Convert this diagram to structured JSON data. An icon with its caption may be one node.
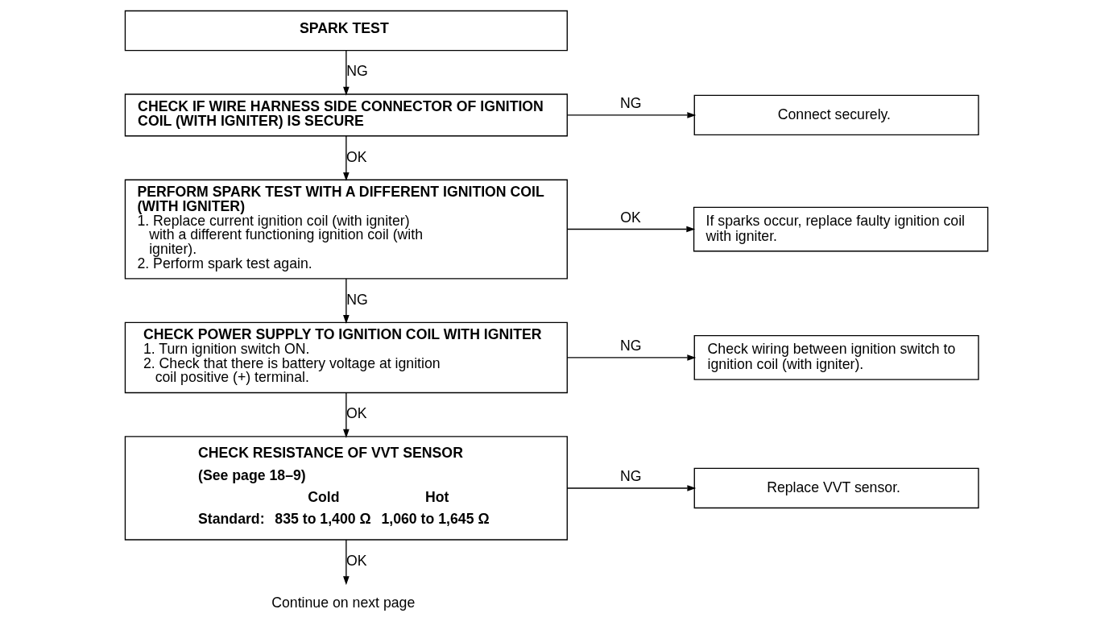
{
  "diagram": {
    "nodes": [
      {
        "text": [
          "SPARK TEST"
        ]
      },
      {
        "text": [
          "CHECK IF WIRE HARNESS SIDE CONNECTOR OF IGNITION COIL (WITH IGNITER) IS SECURE"
        ]
      },
      {
        "text": [
          "Connect securely."
        ]
      },
      {
        "text": [
          "PERFORM SPARK TEST WITH A DIFFERENT IGNITION COIL (WITH IGNITER)",
          "1. Replace current ignition coil (with igniter) with a different functioning ignition coil (with igniter).",
          "2. Perform spark test again."
        ]
      },
      {
        "text": [
          "If sparks occur, replace faulty ignition coil with igniter."
        ]
      },
      {
        "text": [
          "CHECK POWER SUPPLY TO IGNITION COIL WITH IGNITER",
          "1. Turn ignition switch ON.",
          "2. Check that there is battery voltage at ignition coil positive (+) terminal."
        ]
      },
      {
        "text": [
          "Check wiring between ignition switch to ignition coil (with igniter)."
        ]
      },
      {
        "text": [
          "CHECK RESISTANCE OF VVT SENSOR",
          "(See page 18–9)",
          "Cold",
          "Hot",
          "Standard:",
          "835 to 1,400 Ω",
          "1,060 to 1,645 Ω"
        ]
      },
      {
        "text": [
          "Replace VVT sensor."
        ]
      },
      {
        "text": [
          "Continue on next page"
        ]
      }
    ],
    "edges": [
      {
        "from": 0,
        "to": 1,
        "arrow": "to",
        "label": "NG"
      },
      {
        "from": 1,
        "to": 2,
        "arrow": "to",
        "label": "NG"
      },
      {
        "from": 1,
        "to": 3,
        "arrow": "to",
        "label": "OK"
      },
      {
        "from": 3,
        "to": 4,
        "arrow": "to",
        "label": "OK"
      },
      {
        "from": 3,
        "to": 5,
        "arrow": "to",
        "label": "NG"
      },
      {
        "from": 5,
        "to": 6,
        "arrow": "to",
        "label": "NG"
      },
      {
        "from": 5,
        "to": 7,
        "arrow": "to",
        "label": "OK"
      },
      {
        "from": 7,
        "to": 8,
        "arrow": "to",
        "label": "NG"
      },
      {
        "from": 7,
        "to": 9,
        "arrow": "to",
        "label": "OK"
      }
    ]
  }
}
